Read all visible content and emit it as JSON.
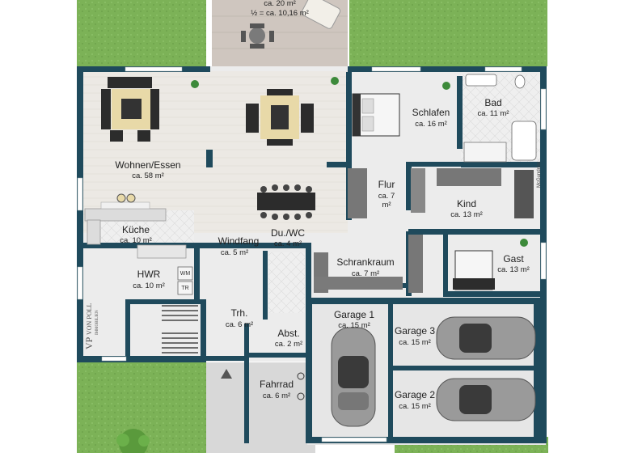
{
  "terrace": {
    "area": "ca. 20 m²",
    "half_area": "½ = ca. 10,16 m²"
  },
  "rooms": {
    "wohnen": {
      "name": "Wohnen/Essen",
      "area": "ca. 58 m²"
    },
    "schlafen": {
      "name": "Schlafen",
      "area": "ca. 16 m²"
    },
    "bad": {
      "name": "Bad",
      "area": "ca. 11 m²"
    },
    "flur": {
      "name": "Flur",
      "area_line1": "ca. 7",
      "area_line2": "m²"
    },
    "kind": {
      "name": "Kind",
      "area": "ca. 13 m²"
    },
    "kueche": {
      "name": "Küche",
      "area": "ca. 10 m²"
    },
    "windfang": {
      "name": "Windfang",
      "area": "ca. 5 m²"
    },
    "duwc": {
      "name": "Du./WC",
      "area": "ca. 4 m²"
    },
    "schrankraum": {
      "name": "Schrankraum",
      "area": "ca. 7 m²"
    },
    "gast": {
      "name": "Gast",
      "area": "ca. 13 m²"
    },
    "hwr": {
      "name": "HWR",
      "area": "ca. 10 m²"
    },
    "trh": {
      "name": "Trh.",
      "area": "ca. 6 m²"
    },
    "abst": {
      "name": "Abst.",
      "area": "ca. 2 m²"
    },
    "garage1": {
      "name": "Garage 1",
      "area": "ca. 15 m²"
    },
    "garage2": {
      "name": "Garage 2",
      "area": "ca. 15 m²"
    },
    "garage3": {
      "name": "Garage 3",
      "area": "ca. 15 m²"
    },
    "fahrrad": {
      "name": "Fahrrad",
      "area": "ca. 6 m²"
    }
  },
  "appliances": {
    "wm": "WM",
    "tr": "TR"
  },
  "side_note": "McGundriss",
  "brand": {
    "initials": "VP",
    "name": "VON POLL",
    "sub": "IMMOBILIEN"
  },
  "colors": {
    "wall": "#1f4a5c",
    "floor": "#e9e9ea",
    "grass": "#7fb35a",
    "path": "#d9d9d9"
  }
}
